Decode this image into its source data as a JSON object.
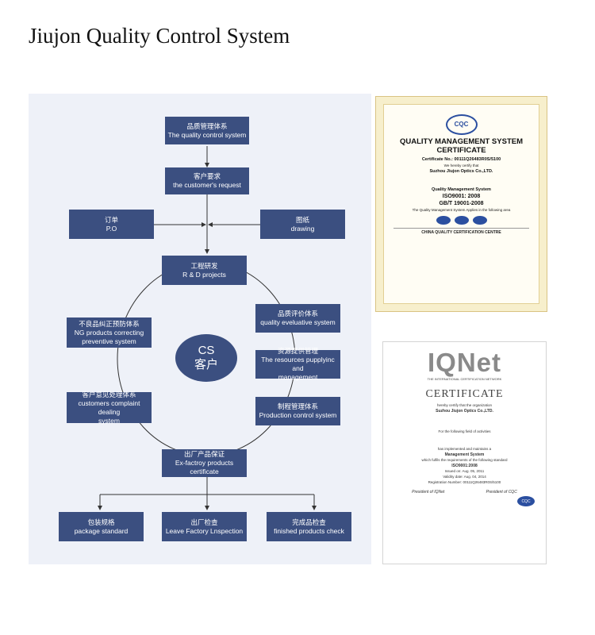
{
  "title": "Jiujon Quality Control System",
  "flowchart": {
    "nodes": {
      "quality_system": {
        "zh": "品质管理体系",
        "en": "The quality control system"
      },
      "customer_request": {
        "zh": "客户要求",
        "en": "the customer's request"
      },
      "po": {
        "zh": "订单",
        "en": "P.O"
      },
      "drawing": {
        "zh": "图纸",
        "en": "drawing"
      },
      "rd": {
        "zh": "工程研发",
        "en": "R & D projects"
      },
      "eval": {
        "zh": "品质评价体系",
        "en": "quality eveluative system"
      },
      "supply": {
        "zh": "资源提供管理",
        "en1": "The resources pupplyinc and",
        "en2": "management"
      },
      "production": {
        "zh": "制程管理体系",
        "en": "Production control system"
      },
      "ng": {
        "zh": "不良品纠正预防体系",
        "en1": "NG products correcting",
        "en2": "preventive system"
      },
      "complaint": {
        "zh": "客户意见处理体系",
        "en1": "customers complaint dealing",
        "en2": "system"
      },
      "exfactory": {
        "zh": "出厂产品保证",
        "en": "Ex-factroy products certificate"
      },
      "package": {
        "zh": "包装规格",
        "en": "package standard"
      },
      "leave": {
        "zh": "出厂检查",
        "en": "Leave Factory Lnspection"
      },
      "finished": {
        "zh": "完成品检查",
        "en": "finished products check"
      }
    },
    "center": {
      "top": "CS",
      "bottom": "客户"
    }
  },
  "cert1": {
    "logo": "CQC",
    "title": "QUALITY MANAGEMENT SYSTEM",
    "subtitle": "CERTIFICATE",
    "number": "Certificate No.:  00111Q26483R0S/5100",
    "certify": "We hereby certify that",
    "company": "Suzhou Jiujon Optics Co.,LTD.",
    "standard_name": "Quality Management System",
    "std1": "ISO9001: 2008",
    "std2": "GB/T 19001-2008",
    "applies": "The Quality Management System Applies in the following area",
    "centre": "CHINA QUALITY CERTIFICATION CENTRE"
  },
  "cert2": {
    "logo": "IQNet",
    "tagline": "THE INTERNATIONAL CERTIFICATION NETWORK",
    "title": "CERTIFICATE",
    "certify": "hereby certify that the organization",
    "company": "Suzhou Jiujon Optics Co.,LTD.",
    "field": "For the following field of activities",
    "maintains": "has implemented and maintains a",
    "system": "Management System",
    "fulfils": "which fulfils the requirements of the following standard",
    "std": "ISO9001:2008",
    "issued": "Issued on: Aug. 05, 2011",
    "validity": "Validity date: Aug. 04, 2014",
    "reg": "Registration Number: 00111Q26483R0S/5100",
    "sig1": "President of IQNet",
    "sig2": "President of CQC",
    "badge": "CQC"
  }
}
